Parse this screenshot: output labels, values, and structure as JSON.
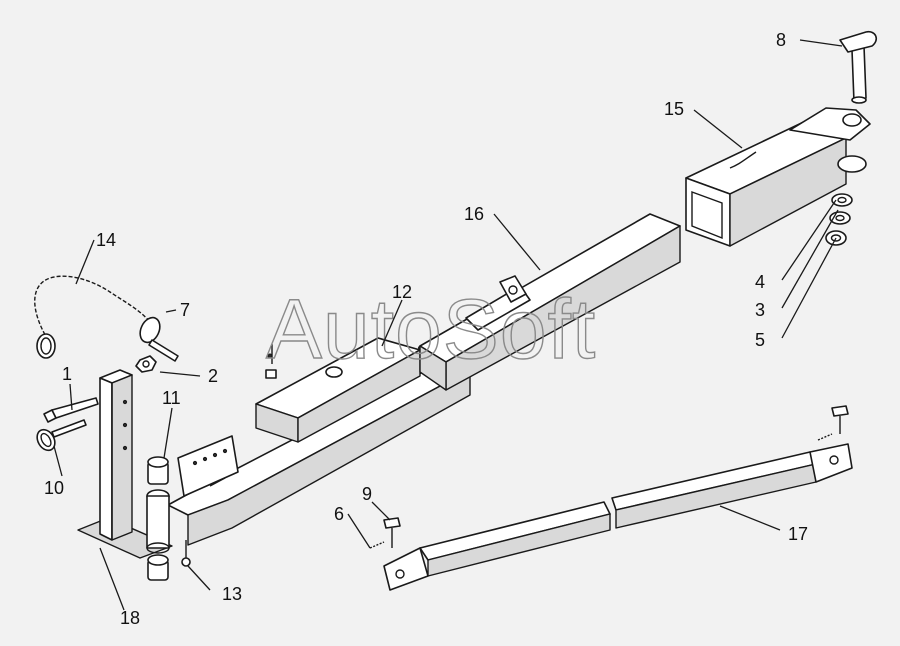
{
  "watermark": "AutoSoft",
  "colors": {
    "background": "#f2f2f2",
    "ink": "#1a1a1a",
    "watermark": "#8a8a8a"
  },
  "callouts": [
    {
      "id": "1",
      "label": "1"
    },
    {
      "id": "2",
      "label": "2"
    },
    {
      "id": "3",
      "label": "3"
    },
    {
      "id": "4",
      "label": "4"
    },
    {
      "id": "5",
      "label": "5"
    },
    {
      "id": "6",
      "label": "6"
    },
    {
      "id": "7",
      "label": "7"
    },
    {
      "id": "8",
      "label": "8"
    },
    {
      "id": "9",
      "label": "9"
    },
    {
      "id": "10",
      "label": "10"
    },
    {
      "id": "11",
      "label": "11"
    },
    {
      "id": "12",
      "label": "12"
    },
    {
      "id": "13",
      "label": "13"
    },
    {
      "id": "14",
      "label": "14"
    },
    {
      "id": "15",
      "label": "15"
    },
    {
      "id": "16",
      "label": "16"
    },
    {
      "id": "17",
      "label": "17"
    },
    {
      "id": "18",
      "label": "18"
    }
  ]
}
